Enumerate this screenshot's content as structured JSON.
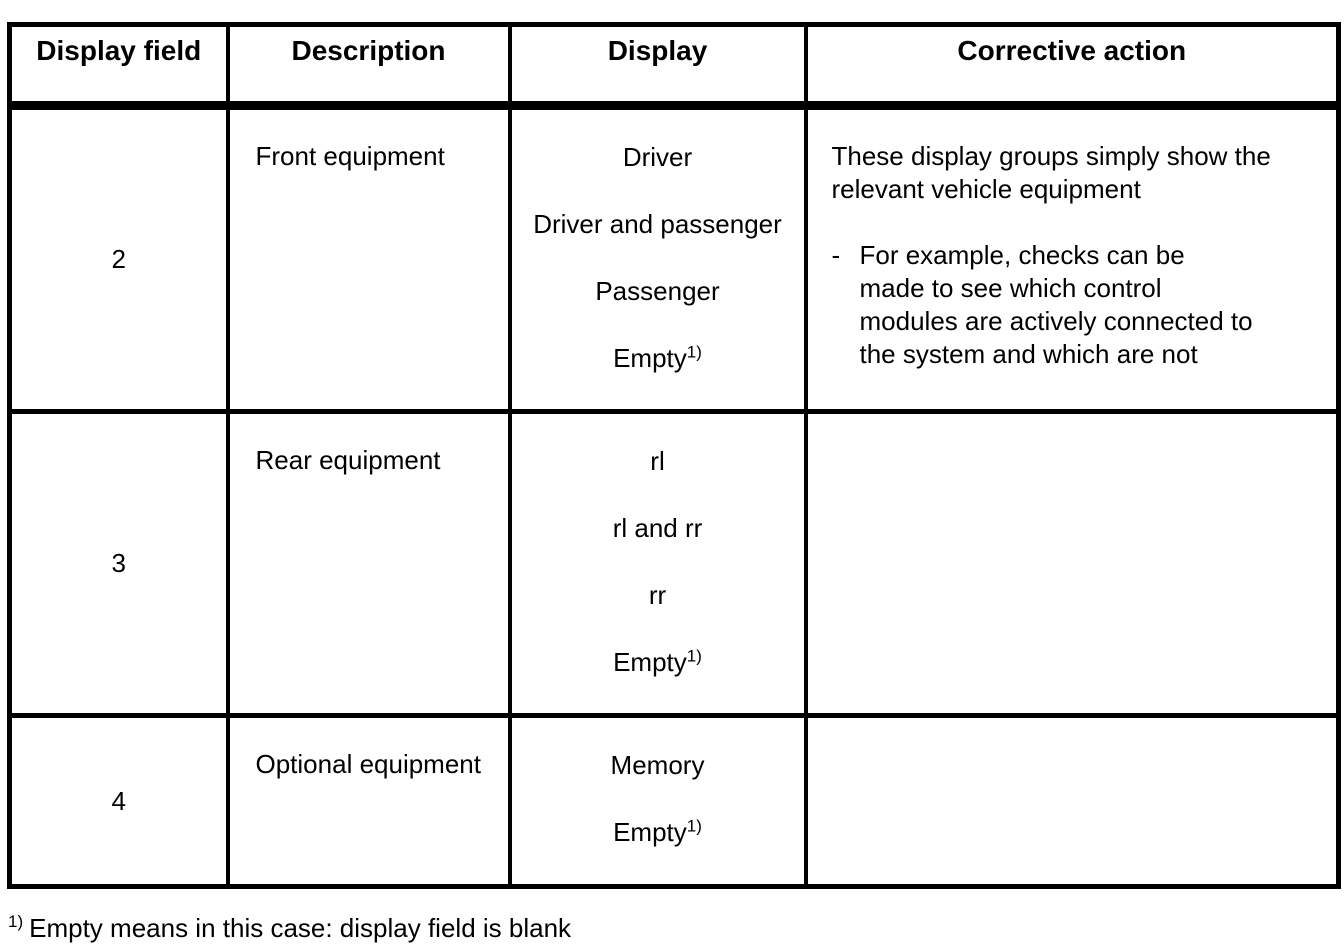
{
  "page": {
    "background_color": "#ffffff",
    "text_color": "#000000",
    "border_color": "#000000"
  },
  "table": {
    "headers": [
      {
        "label": "Display field"
      },
      {
        "label": "Description"
      },
      {
        "label": "Display"
      },
      {
        "label": "Corrective action"
      }
    ],
    "rows": [
      {
        "field": "2",
        "description": "Front equipment",
        "display_items": [
          {
            "text": "Driver",
            "sup": ""
          },
          {
            "text": "Driver and passenger",
            "sup": ""
          },
          {
            "text": "Passenger",
            "sup": ""
          },
          {
            "text": "Empty",
            "sup": "1)"
          }
        ],
        "corrective": {
          "intro": "These display groups simply show the\nrelevant vehicle equipment",
          "bullet_marker": "-",
          "bullet": "For example, checks can be\nmade to see which control\nmodules are actively connected to\nthe system and which are not"
        }
      },
      {
        "field": "3",
        "description": "Rear equipment",
        "display_items": [
          {
            "text": "rl",
            "sup": ""
          },
          {
            "text": "rl and rr",
            "sup": ""
          },
          {
            "text": "rr",
            "sup": ""
          },
          {
            "text": "Empty",
            "sup": "1)"
          }
        ],
        "corrective": {
          "intro": "",
          "bullet_marker": "",
          "bullet": ""
        }
      },
      {
        "field": "4",
        "description": "Optional equipment",
        "display_items": [
          {
            "text": "Memory",
            "sup": ""
          },
          {
            "text": "Empty",
            "sup": "1)"
          }
        ],
        "corrective": {
          "intro": "",
          "bullet_marker": "",
          "bullet": ""
        }
      }
    ]
  },
  "footnote": {
    "marker": "1)",
    "text": "Empty means in this case: display field is blank"
  }
}
